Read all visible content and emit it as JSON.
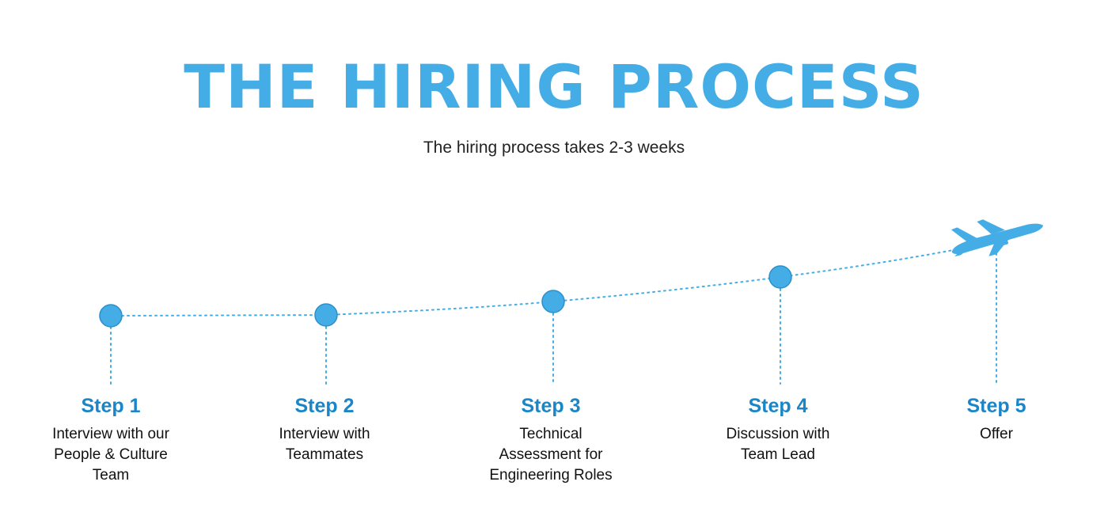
{
  "title": "THE HIRING PROCESS",
  "subtitle": "The hiring process takes 2-3 weeks",
  "colors": {
    "title": "#45ade6",
    "step_label": "#1a86c8",
    "node_fill": "#45ade6",
    "node_stroke": "#2b8fcb",
    "line": "#45ade6",
    "plane": "#45ade6"
  },
  "final_icon": "airplane-icon",
  "steps": [
    {
      "label": "Step 1",
      "description": "Interview with our\nPeople & Culture\nTeam"
    },
    {
      "label": "Step 2",
      "description": "Interview with\nTeammates"
    },
    {
      "label": "Step 3",
      "description": "Technical\nAssessment for\nEngineering Roles"
    },
    {
      "label": "Step 4",
      "description": "Discussion with\nTeam Lead"
    },
    {
      "label": "Step 5",
      "description": "Offer"
    }
  ]
}
